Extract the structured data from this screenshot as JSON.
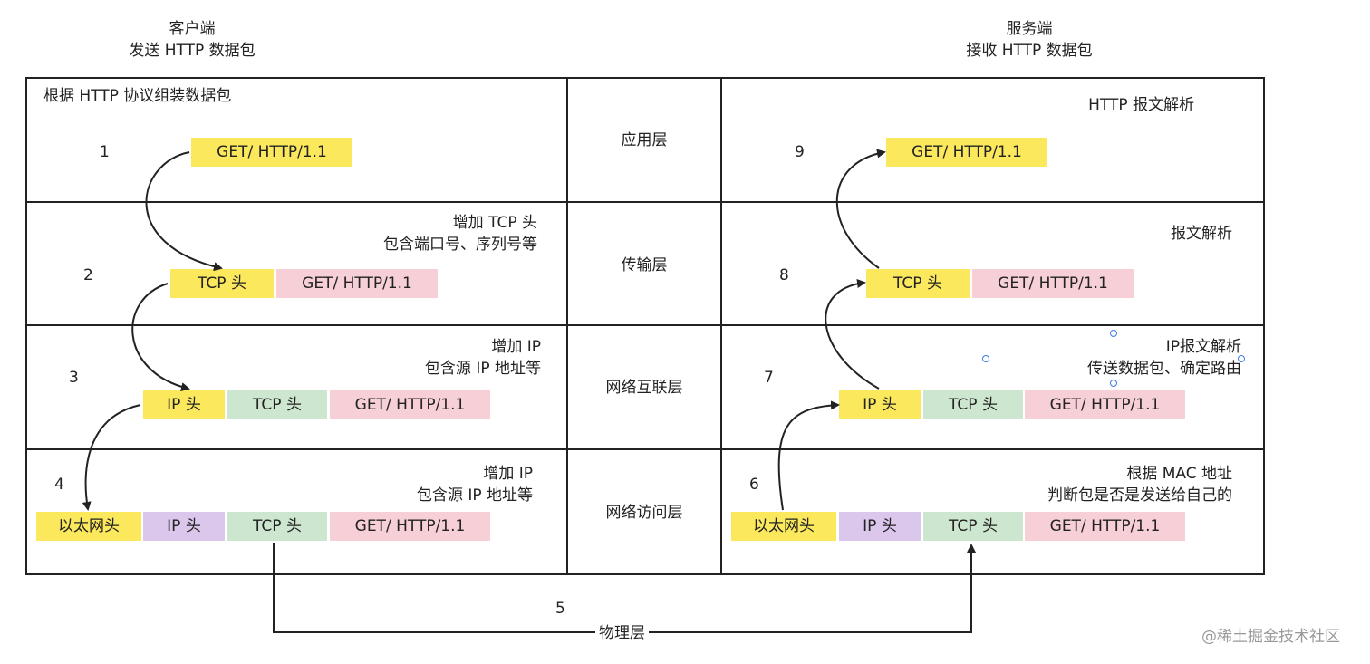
{
  "headers": {
    "client_title": "客户端",
    "client_sub": "发送 HTTP 数据包",
    "server_title": "服务端",
    "server_sub": "接收 HTTP 数据包"
  },
  "layers": {
    "application": "应用层",
    "transport": "传输层",
    "internet": "网络互联层",
    "access": "网络访问层",
    "physical": "物理层"
  },
  "client": {
    "app_note": "根据 HTTP 协议组装数据包",
    "tcp_note_1": "增加 TCP 头",
    "tcp_note_2": "包含端口号、序列号等",
    "ip_note_1": "增加 IP",
    "ip_note_2": "包含源 IP 地址等",
    "eth_note_1": "增加 IP",
    "eth_note_2": "包含源 IP 地址等"
  },
  "server": {
    "app_note": "HTTP 报文解析",
    "tcp_note": "报文解析",
    "ip_note_1": "IP报文解析",
    "ip_note_2": "传送数据包、确定路由",
    "eth_note_1": "根据 MAC 地址",
    "eth_note_2": "判断包是否是发送给自己的"
  },
  "steps": [
    "1",
    "2",
    "3",
    "4",
    "5",
    "6",
    "7",
    "8",
    "9"
  ],
  "packets": {
    "http": "GET/ HTTP/1.1",
    "tcp": "TCP 头",
    "ip": "IP 头",
    "eth": "以太网头"
  },
  "colors": {
    "yellow": "#fbe85c",
    "pink": "#f6d0d6",
    "green": "#cde6cf",
    "purple": "#dcc7ec"
  },
  "watermark": "@稀土掘金技术社区"
}
